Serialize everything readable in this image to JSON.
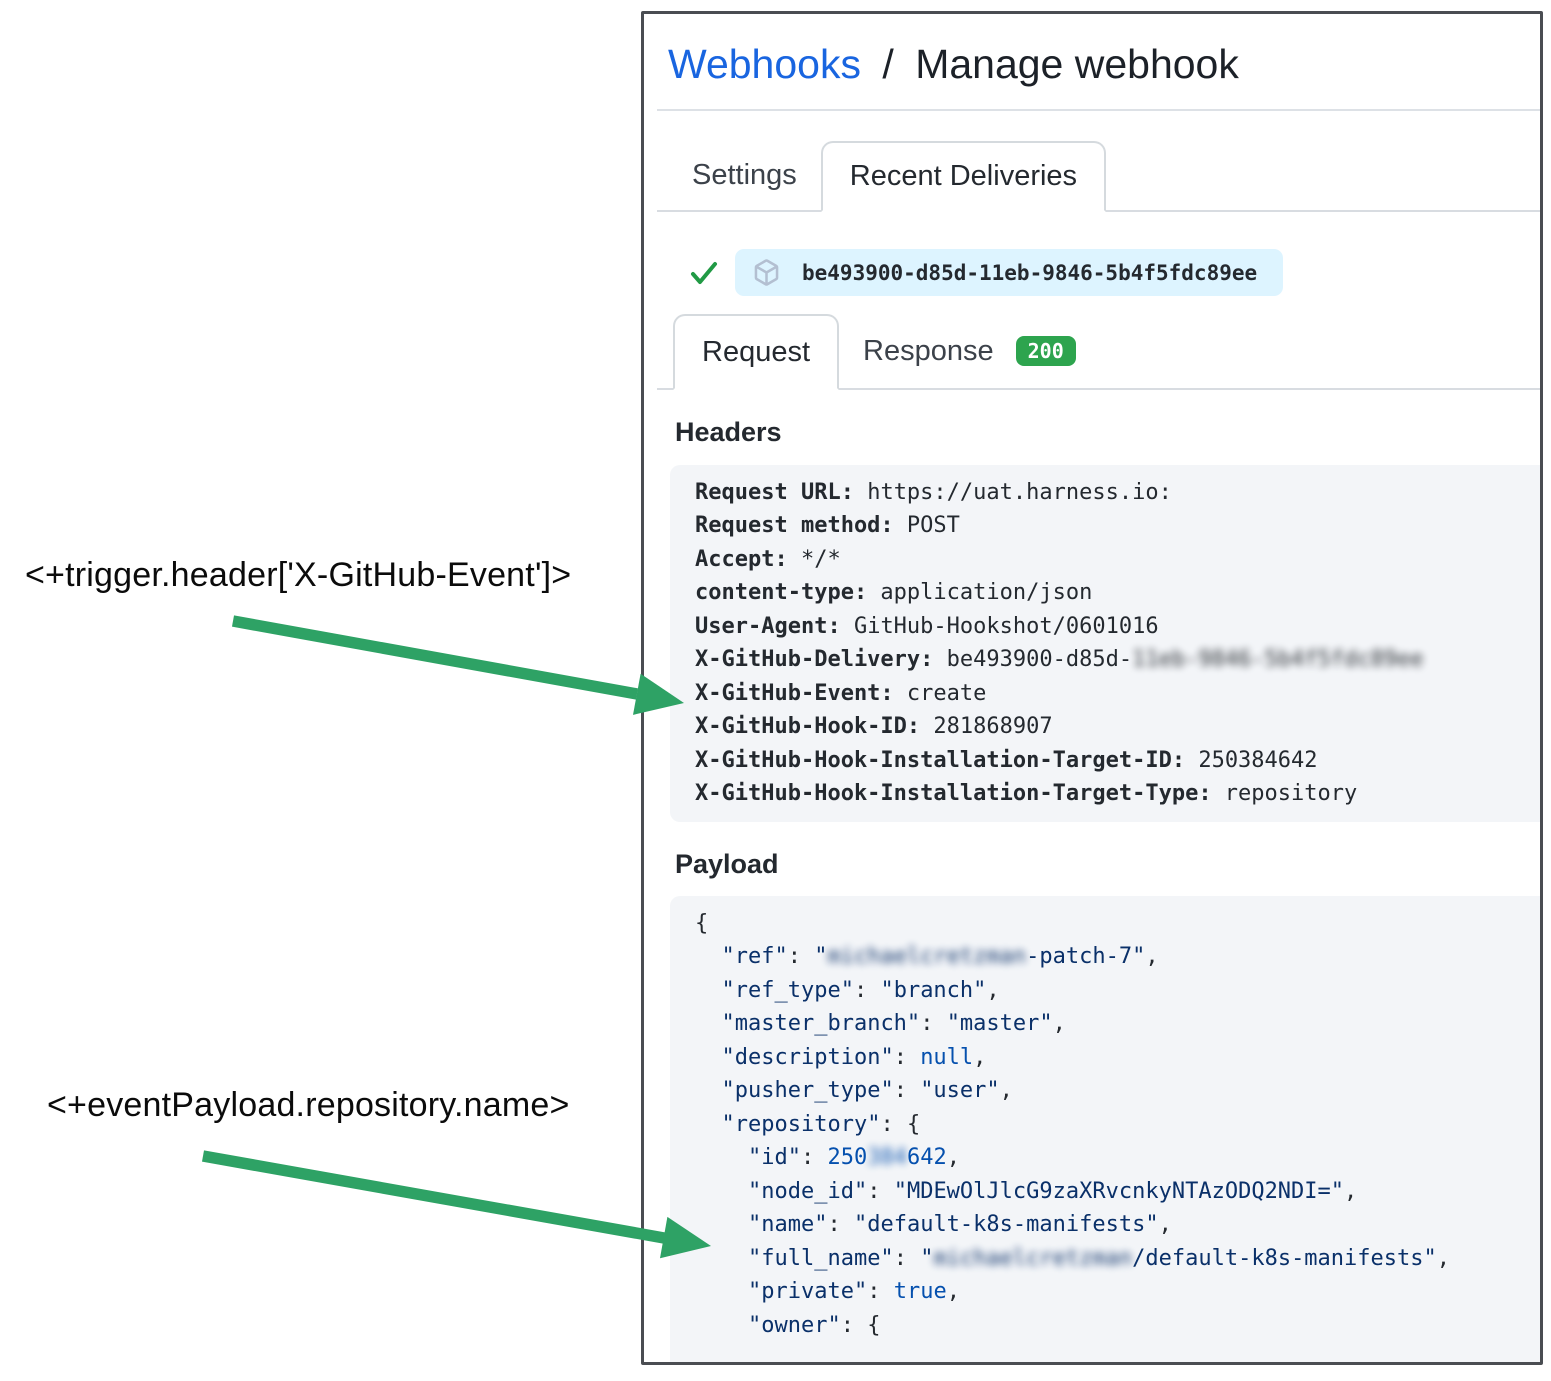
{
  "annotations": {
    "trigger_expr": "<+trigger.header['X-GitHub-Event']>",
    "payload_expr": "<+eventPayload.repository.name>"
  },
  "panel": {
    "title": {
      "link": "Webhooks",
      "separator": "/",
      "current": "Manage webhook"
    },
    "tabs": [
      {
        "label": "Settings",
        "active": false
      },
      {
        "label": "Recent Deliveries",
        "active": true
      }
    ],
    "delivery": {
      "status_icon": "success-check",
      "package_icon": "package-cube",
      "id": "be493900-d85d-11eb-9846-5b4f5fdc89ee"
    },
    "subtabs": {
      "request": "Request",
      "response": "Response",
      "status_badge": "200"
    },
    "headers_section": {
      "title": "Headers",
      "rows": [
        {
          "key": "Request URL:",
          "value": "https://uat.harness.io:"
        },
        {
          "key": "Request method:",
          "value": "POST"
        },
        {
          "key": "Accept:",
          "value": "*/*"
        },
        {
          "key": "content-type:",
          "value": "application/json"
        },
        {
          "key": "User-Agent:",
          "value": "GitHub-Hookshot/0601016"
        },
        {
          "key": "X-GitHub-Delivery:",
          "value": "be493900-d85d-",
          "redacted": "11eb-9846-5b4f5fdc89ee"
        },
        {
          "key": "X-GitHub-Event:",
          "value": "create"
        },
        {
          "key": "X-GitHub-Hook-ID:",
          "value": "281868907"
        },
        {
          "key": "X-GitHub-Hook-Installation-Target-ID:",
          "value": "250384642"
        },
        {
          "key": "X-GitHub-Hook-Installation-Target-Type:",
          "value": "repository"
        }
      ]
    },
    "payload_section": {
      "title": "Payload",
      "lines": [
        [
          {
            "t": "{",
            "c": "p"
          }
        ],
        [
          {
            "t": "  ",
            "c": "p"
          },
          {
            "t": "\"ref\"",
            "c": "k"
          },
          {
            "t": ": ",
            "c": "p"
          },
          {
            "t": "\"",
            "c": "k"
          },
          {
            "t": "michaelcretzman",
            "c": "k",
            "r": true
          },
          {
            "t": "-patch-7\"",
            "c": "k"
          },
          {
            "t": ",",
            "c": "p"
          }
        ],
        [
          {
            "t": "  ",
            "c": "p"
          },
          {
            "t": "\"ref_type\"",
            "c": "k"
          },
          {
            "t": ": ",
            "c": "p"
          },
          {
            "t": "\"branch\"",
            "c": "k"
          },
          {
            "t": ",",
            "c": "p"
          }
        ],
        [
          {
            "t": "  ",
            "c": "p"
          },
          {
            "t": "\"master_branch\"",
            "c": "k"
          },
          {
            "t": ": ",
            "c": "p"
          },
          {
            "t": "\"master\"",
            "c": "k"
          },
          {
            "t": ",",
            "c": "p"
          }
        ],
        [
          {
            "t": "  ",
            "c": "p"
          },
          {
            "t": "\"description\"",
            "c": "k"
          },
          {
            "t": ": ",
            "c": "p"
          },
          {
            "t": "null",
            "c": "n"
          },
          {
            "t": ",",
            "c": "p"
          }
        ],
        [
          {
            "t": "  ",
            "c": "p"
          },
          {
            "t": "\"pusher_type\"",
            "c": "k"
          },
          {
            "t": ": ",
            "c": "p"
          },
          {
            "t": "\"user\"",
            "c": "k"
          },
          {
            "t": ",",
            "c": "p"
          }
        ],
        [
          {
            "t": "  ",
            "c": "p"
          },
          {
            "t": "\"repository\"",
            "c": "k"
          },
          {
            "t": ": {",
            "c": "p"
          }
        ],
        [
          {
            "t": "    ",
            "c": "p"
          },
          {
            "t": "\"id\"",
            "c": "k"
          },
          {
            "t": ": ",
            "c": "p"
          },
          {
            "t": "250",
            "c": "n"
          },
          {
            "t": "384",
            "c": "n",
            "r": true
          },
          {
            "t": "642",
            "c": "n"
          },
          {
            "t": ",",
            "c": "p"
          }
        ],
        [
          {
            "t": "    ",
            "c": "p"
          },
          {
            "t": "\"node_id\"",
            "c": "k"
          },
          {
            "t": ": ",
            "c": "p"
          },
          {
            "t": "\"MDEwOlJlcG9zaXRvcnkyNTAzODQ2NDI=\"",
            "c": "k"
          },
          {
            "t": ",",
            "c": "p"
          }
        ],
        [
          {
            "t": "    ",
            "c": "p"
          },
          {
            "t": "\"name\"",
            "c": "k"
          },
          {
            "t": ": ",
            "c": "p"
          },
          {
            "t": "\"default-k8s-manifests\"",
            "c": "k"
          },
          {
            "t": ",",
            "c": "p"
          }
        ],
        [
          {
            "t": "    ",
            "c": "p"
          },
          {
            "t": "\"full_name\"",
            "c": "k"
          },
          {
            "t": ": ",
            "c": "p"
          },
          {
            "t": "\"",
            "c": "k"
          },
          {
            "t": "michaelcretzman",
            "c": "k",
            "r": true
          },
          {
            "t": "/default-k8s-manifests\"",
            "c": "k"
          },
          {
            "t": ",",
            "c": "p"
          }
        ],
        [
          {
            "t": "    ",
            "c": "p"
          },
          {
            "t": "\"private\"",
            "c": "k"
          },
          {
            "t": ": ",
            "c": "p"
          },
          {
            "t": "true",
            "c": "n"
          },
          {
            "t": ",",
            "c": "p"
          }
        ],
        [
          {
            "t": "    ",
            "c": "p"
          },
          {
            "t": "\"owner\"",
            "c": "k"
          },
          {
            "t": ": {",
            "c": "p"
          }
        ]
      ]
    }
  },
  "colors": {
    "link_blue": "#1965e0",
    "arrow_green": "#2ea265",
    "check_green": "#219a45",
    "badge_green": "#2da44e",
    "chip_bg": "#ddf4ff",
    "code_bg": "#f3f5f8",
    "json_string": "#0a3069",
    "json_constant": "#0550ae",
    "panel_border": "#4a4d52"
  }
}
